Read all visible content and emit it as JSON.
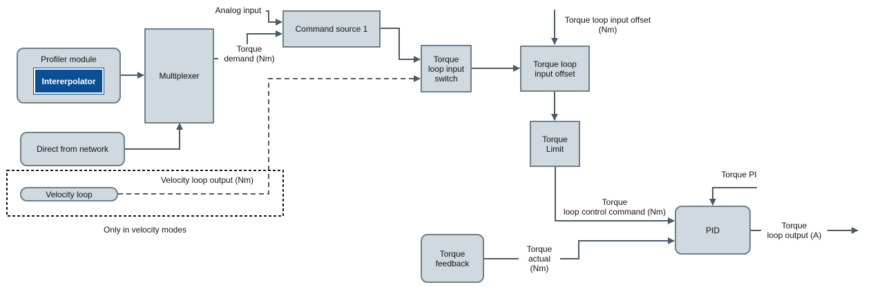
{
  "blocks": {
    "profiler": "Profiler module",
    "interpolator": "Intererpolator",
    "multiplexer": "Multiplexer",
    "direct": "Direct from network",
    "velocity_loop": "Velocity loop",
    "command_source": "Command source 1",
    "switch": "Torque\nloop input\nswitch",
    "offset": "Torque loop\ninput offset",
    "limit": "Torque\nLimit",
    "pid": "PID",
    "feedback": "Torque\nfeedback"
  },
  "labels": {
    "analog_input": "Analog input",
    "torque_demand": "Torque\ndemand (Nm)",
    "velocity_output": "Velocity loop output (Nm)",
    "velocity_modes": "Only in velocity modes",
    "offset_input": "Torque loop input offset\n(Nm)",
    "torque_pi": "Torque PI",
    "control_command": "Torque\nloop control command (Nm)",
    "torque_actual": "Torque\nactual\n(Nm)",
    "loop_output": "Torque\nloop output (A)"
  },
  "colors": {
    "block_fill": "#cfd9df",
    "block_border": "#6d7f8c",
    "connector": "#4a5a66",
    "interpolator_fill": "#0a4f94"
  }
}
